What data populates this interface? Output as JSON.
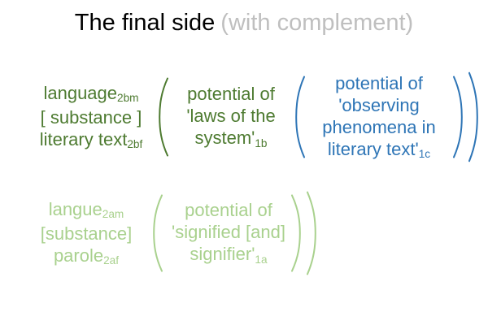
{
  "title": {
    "main": "The final side",
    "complement": "(with complement)"
  },
  "colors": {
    "dark_green": "#4E7B31",
    "blue": "#2E75B6",
    "light_green": "#A9D18E",
    "title_gray": "#BFBFBF",
    "title_black": "#000000"
  },
  "icons": {
    "open_paren": "(",
    "close_paren": ")"
  },
  "row1": {
    "left": {
      "line1": {
        "text": "language",
        "sub": "2bm"
      },
      "line2": {
        "text": "[ substance ]"
      },
      "line3": {
        "text": "literary text",
        "sub": "2bf"
      }
    },
    "mid": {
      "line1": {
        "text": "potential of"
      },
      "line2": {
        "text": "'laws of the"
      },
      "line3": {
        "text": "system'",
        "sub": "1b"
      }
    },
    "right": {
      "line1": {
        "text": "potential of"
      },
      "line2": {
        "text": "'observing"
      },
      "line3": {
        "text": "phenomena in"
      },
      "line4": {
        "text": "literary text'",
        "sub": "1c"
      }
    }
  },
  "row2": {
    "left": {
      "line1": {
        "text": "langue",
        "sub": "2am"
      },
      "line2": {
        "text": "[substance]"
      },
      "line3": {
        "text": "parole",
        "sub": "2af"
      }
    },
    "mid": {
      "line1": {
        "text": "potential of"
      },
      "line2": {
        "text": "'signified [and]"
      },
      "line3": {
        "text": "signifier'",
        "sub": "1a"
      }
    }
  }
}
